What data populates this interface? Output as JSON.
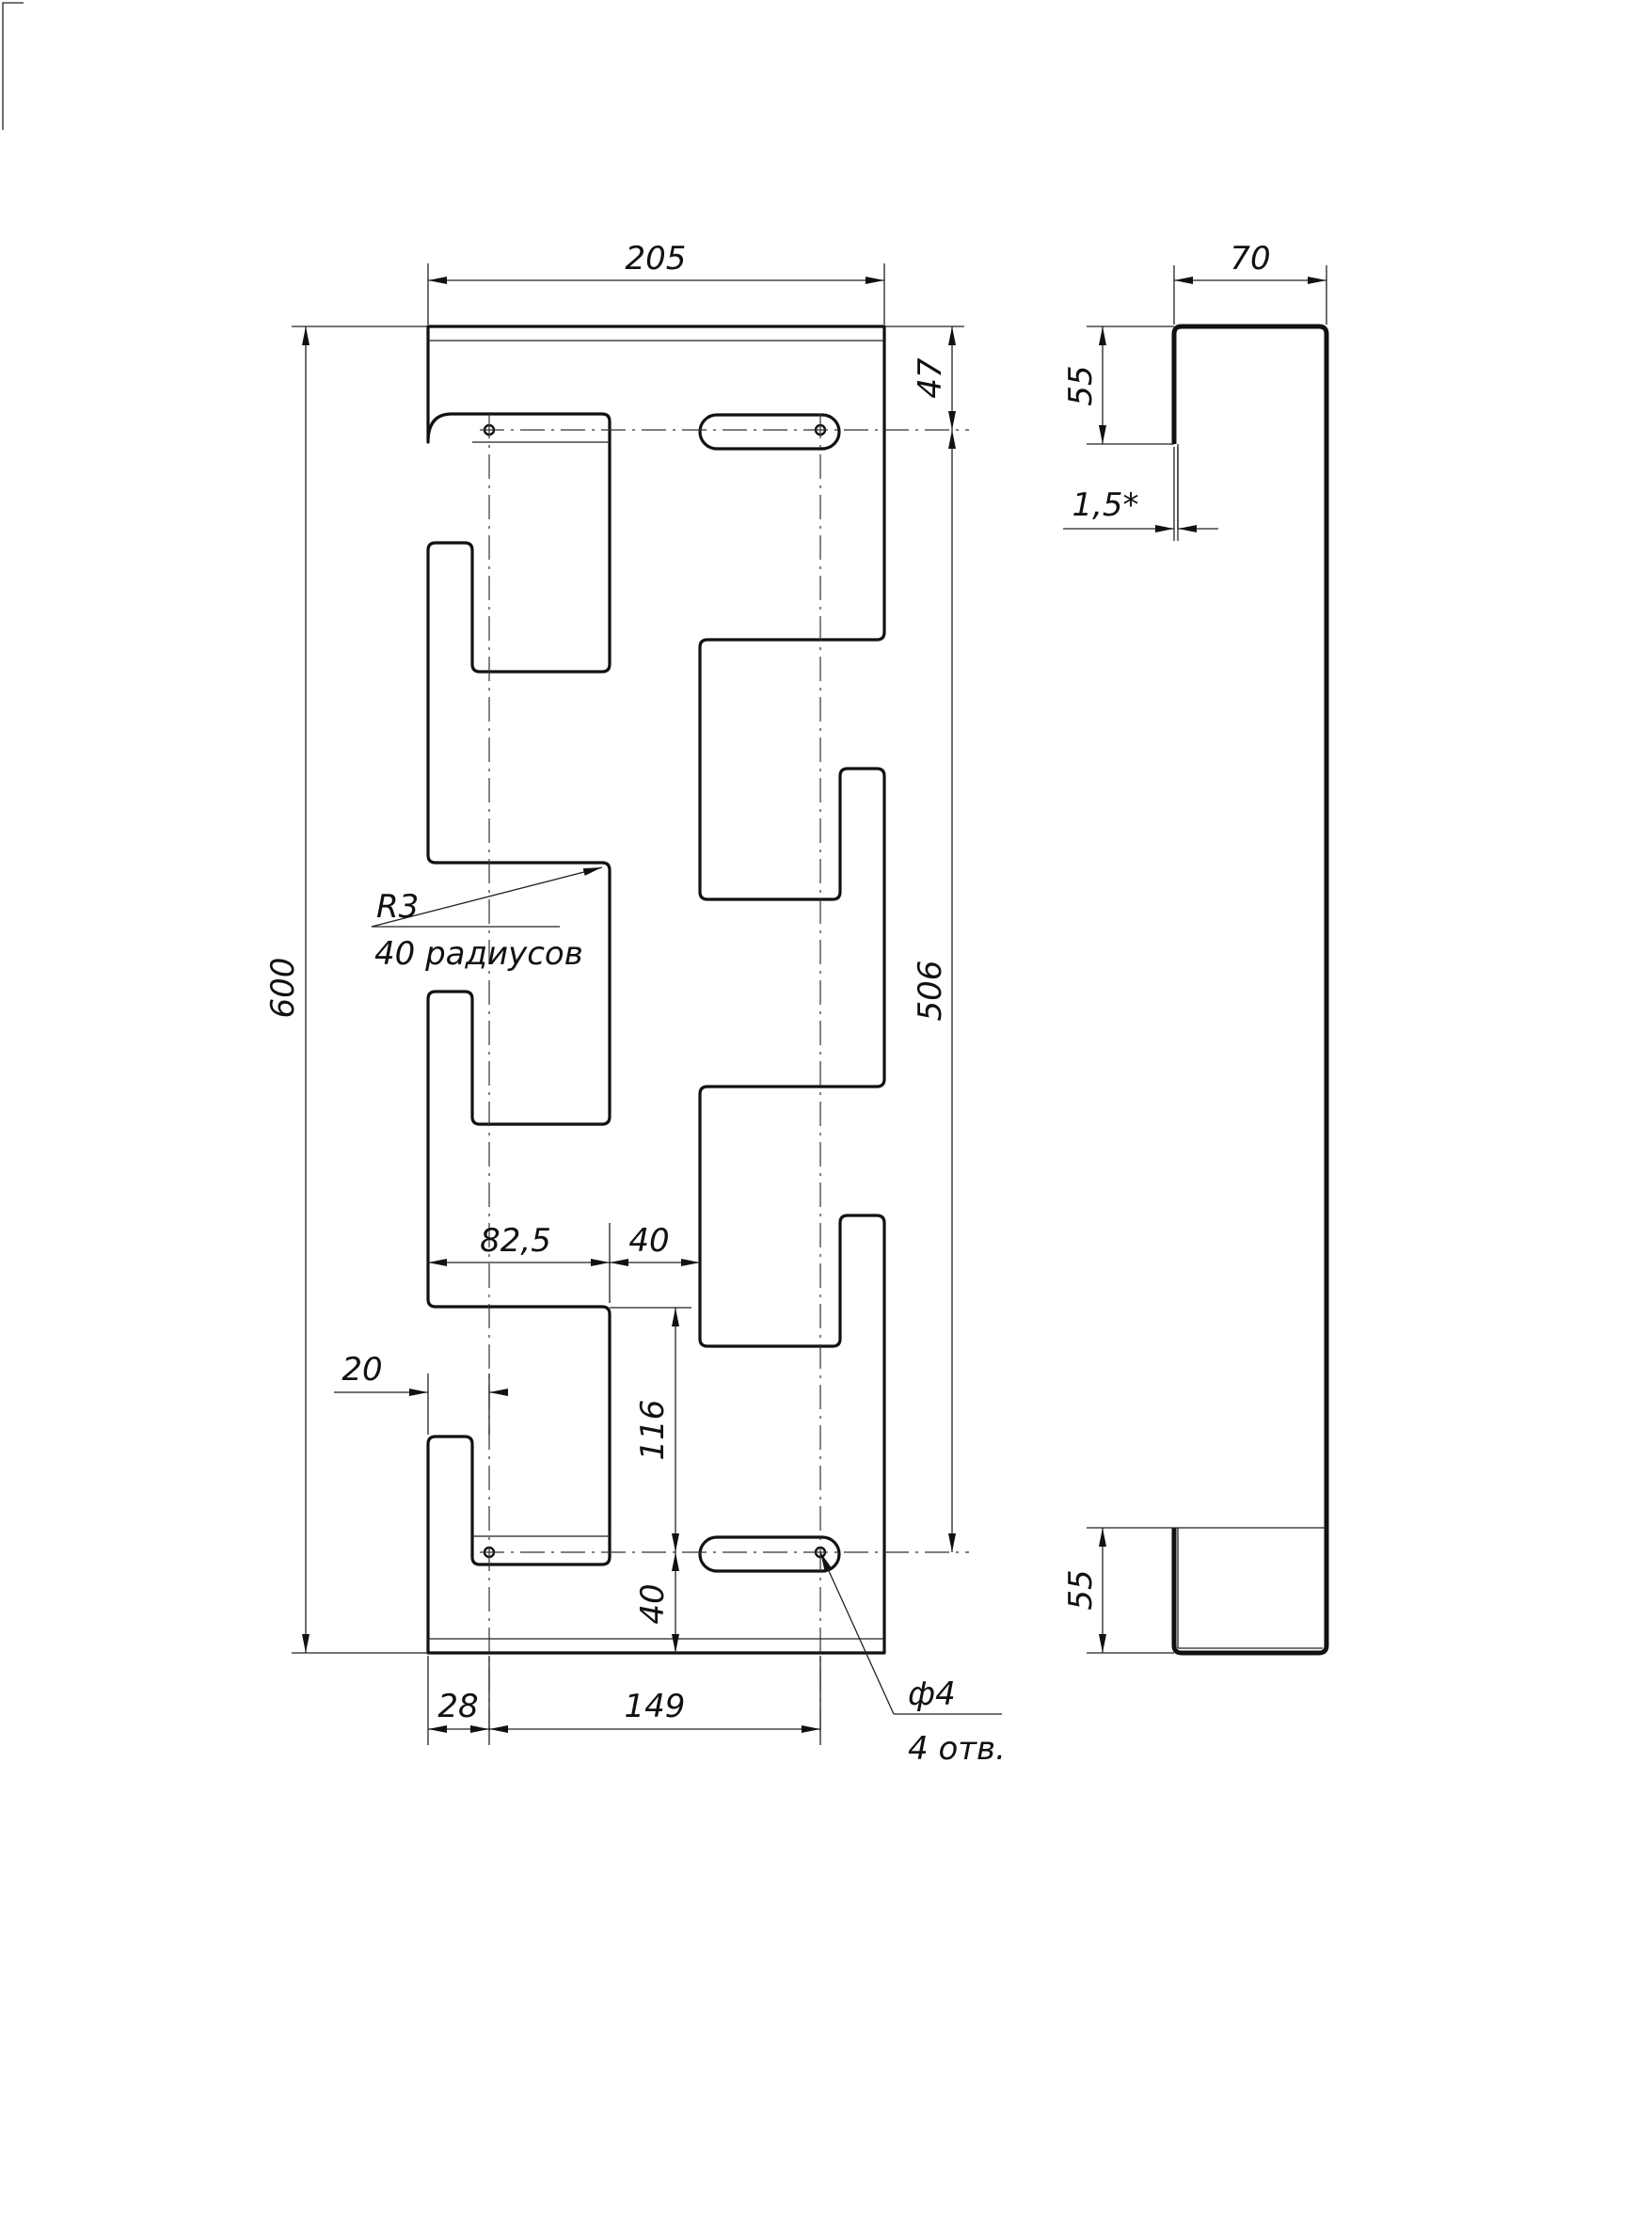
{
  "dimensions": {
    "front_width": "205",
    "front_height": "600",
    "top_hole_offset": "47",
    "hole_spacing_vertical": "506",
    "step_width": "82,5",
    "gap_width": "40",
    "left_margin": "20",
    "slot_height": "116",
    "bottom_margin": "40",
    "hole_edge_offset": "28",
    "hole_spacing_horizontal": "149",
    "side_depth": "70",
    "side_top_flange": "55",
    "side_bottom_flange": "55",
    "thickness": "1,5*"
  },
  "callouts": {
    "radius_label": "R3",
    "radius_note": "40 радиусов",
    "hole_label": "ф4",
    "hole_note": "4 отв."
  }
}
